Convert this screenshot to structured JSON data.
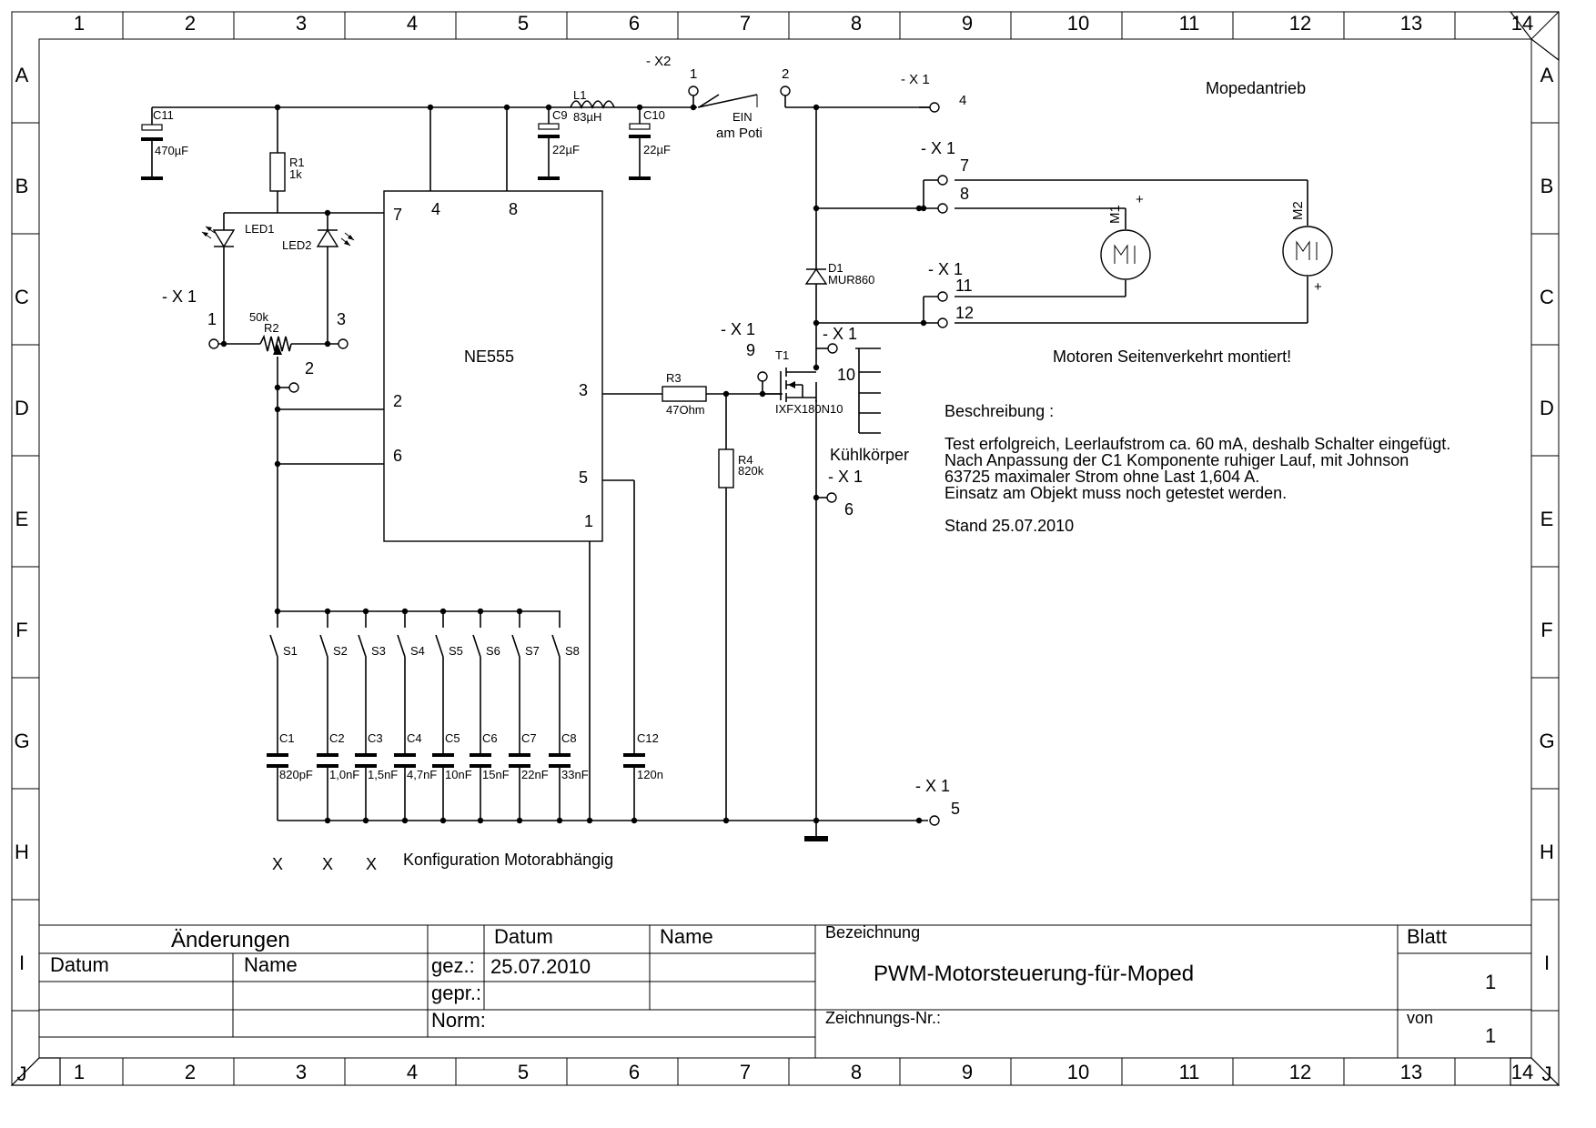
{
  "frame": {
    "columns": [
      "1",
      "2",
      "3",
      "4",
      "5",
      "6",
      "7",
      "8",
      "9",
      "10",
      "11",
      "12",
      "13",
      "14"
    ],
    "rows": [
      "A",
      "B",
      "C",
      "D",
      "E",
      "F",
      "G",
      "H",
      "I",
      "J"
    ]
  },
  "components": {
    "C11": {
      "ref": "C11",
      "value": "470µF"
    },
    "R1": {
      "ref": "R1",
      "value": "1k"
    },
    "L1": {
      "ref": "L1",
      "value": "83µH"
    },
    "C9": {
      "ref": "C9",
      "value": "22µF"
    },
    "C10": {
      "ref": "C10",
      "value": "22µF"
    },
    "switch": {
      "line1": "EIN",
      "line2": "am Poti"
    },
    "LED1": "LED1",
    "LED2": "LED2",
    "R2": {
      "ref": "R2",
      "value": "50k"
    },
    "IC": {
      "name": "NE555",
      "pins": {
        "p7": "7",
        "p4": "4",
        "p8": "8",
        "p2": "2",
        "p6": "6",
        "p3": "3",
        "p5": "5",
        "p1": "1"
      }
    },
    "R3": {
      "ref": "R3",
      "value": "47Ohm"
    },
    "R4": {
      "ref": "R4",
      "value": "820k"
    },
    "T1": {
      "ref": "T1",
      "value": "IXFX180N10"
    },
    "D1": {
      "ref": "D1",
      "value": "MUR860"
    },
    "M1": "M1",
    "M2": "M2",
    "plus": "+",
    "heatsink": "Kühlkörper",
    "switches": [
      "S1",
      "S2",
      "S3",
      "S4",
      "S5",
      "S6",
      "S7",
      "S8"
    ],
    "caps": [
      {
        "ref": "C1",
        "value": "820pF"
      },
      {
        "ref": "C2",
        "value": "1,0nF"
      },
      {
        "ref": "C3",
        "value": "1,5nF"
      },
      {
        "ref": "C4",
        "value": "4,7nF"
      },
      {
        "ref": "C5",
        "value": "10nF"
      },
      {
        "ref": "C6",
        "value": "15nF"
      },
      {
        "ref": "C7",
        "value": "22nF"
      },
      {
        "ref": "C8",
        "value": "33nF"
      }
    ],
    "C12": {
      "ref": "C12",
      "value": "120n"
    }
  },
  "connectors": {
    "X1": "- X 1",
    "X2": "- X2",
    "pins": {
      "p1": "1",
      "p2": "2",
      "p3": "3",
      "p4": "4",
      "p5": "5",
      "p6": "6",
      "p7": "7",
      "p8": "8",
      "p9": "9",
      "p10": "10",
      "p11": "11",
      "p12": "12"
    },
    "x2pins": {
      "p1": "1",
      "p2": "2"
    }
  },
  "notes": {
    "title": "Mopedantrieb",
    "motors": "Motoren Seitenverkehrt montiert!",
    "description_heading": "Beschreibung :",
    "description_lines": [
      "Test erfolgreich, Leerlaufstrom ca. 60 mA, deshalb Schalter eingefügt.",
      "Nach Anpassung der C1 Komponente ruhiger Lauf, mit Johnson",
      "63725 maximaler Strom ohne Last 1,604 A.",
      "Einsatz am Objekt muss noch getestet werden."
    ],
    "stand": "Stand 25.07.2010",
    "config_marks": [
      "X",
      "X",
      "X"
    ],
    "config": "Konfiguration Motorabhängig"
  },
  "title_block": {
    "changes": "Änderungen",
    "datum": "Datum",
    "name": "Name",
    "datum2": "Datum",
    "name2": "Name",
    "gez": "gez.:",
    "gez_date": "25.07.2010",
    "gepr": "gepr.:",
    "norm": "Norm:",
    "bezeichnung": "Bezeichnung",
    "drawing_title": "PWM-Motorsteuerung-für-Moped",
    "zeichnungs_nr": "Zeichnungs-Nr.:",
    "blatt": "Blatt",
    "blatt_value": "1",
    "von": "von",
    "von_value": "1"
  }
}
